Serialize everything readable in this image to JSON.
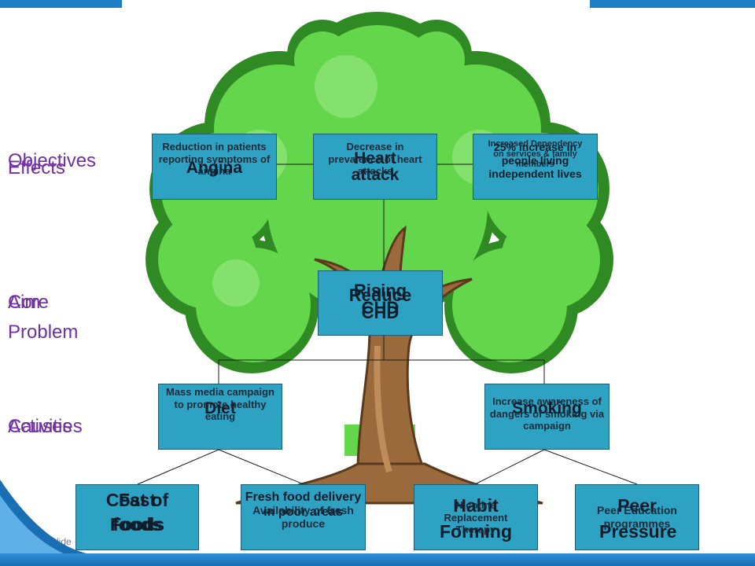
{
  "labels": {
    "effects": "Effects",
    "objectives": "Objectives",
    "core": "Core",
    "aim": "Aim",
    "problem": "Problem",
    "causes": "Causes",
    "activities": "Activities"
  },
  "effects": [
    {
      "label": "Angina",
      "objective": "Reduction in patients reporting symptoms of angina"
    },
    {
      "label": "Heart attack",
      "objective": "Decrease in prevalence of heart attacks"
    },
    {
      "label": "25% increase in people living independent lives",
      "objective": "Increased Dependency on services & family members"
    }
  ],
  "core": {
    "problem": "Rising CHD",
    "aim": "Reduce CHD"
  },
  "causes": [
    {
      "label": "Diet",
      "activity": "Mass media campaign to promote healthy eating"
    },
    {
      "label": "Smoking",
      "activity": "Increase awareness of dangers of smoking via campaign"
    }
  ],
  "sub_causes": [
    {
      "label": "Cost of foods",
      "alt": "Fast Foods"
    },
    {
      "label": "Fresh food delivery in poor areas",
      "alt": "Availability of fresh produce"
    },
    {
      "label": "Habit Forming",
      "alt": "Nicotine Replacement Therapy"
    },
    {
      "label": "Peer Pressure",
      "alt": "Peer Education programmes"
    }
  ],
  "slide_number": "Slide",
  "colors": {
    "accent": "#7030a0",
    "box": "#2ea2c2",
    "topbar": "#1f7fc6",
    "leaf": "#5fd44a",
    "trunk": "#9a6a3c"
  }
}
